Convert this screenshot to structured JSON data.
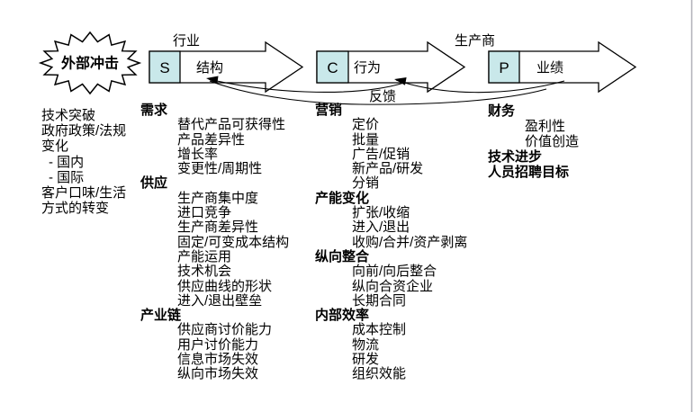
{
  "diagram": {
    "shock_label": "外部冲击",
    "industry_label": "行业",
    "producer_label": "生产商",
    "feedback_label": "反馈",
    "scp_arrows": [
      {
        "letter": "S",
        "label": "结构"
      },
      {
        "letter": "C",
        "label": "行为"
      },
      {
        "letter": "P",
        "label": "业绩"
      }
    ],
    "colors": {
      "box_fill": "#c9e8ea",
      "line": "#000000",
      "page_border": "#b0b0b8"
    }
  },
  "external_factors": [
    {
      "text": "技术突破",
      "indent": 0
    },
    {
      "text": "政府政策/法规",
      "indent": 0
    },
    {
      "text": "变化",
      "indent": 0
    },
    {
      "text": "- 国内",
      "indent": 1
    },
    {
      "text": "- 国际",
      "indent": 1
    },
    {
      "text": "客户口味/生活",
      "indent": 0
    },
    {
      "text": "方式的转变",
      "indent": 0
    }
  ],
  "structure_column": [
    {
      "header": "需求",
      "items": [
        "替代产品可获得性",
        "产品差异性",
        "增长率",
        "变更性/周期性"
      ]
    },
    {
      "header": "供应",
      "items": [
        "生产商集中度",
        "进口竞争",
        "生产商差异性",
        "固定/可变成本结构",
        "产能运用",
        "技术机会",
        "供应曲线的形状",
        "进入/退出壁垒"
      ]
    },
    {
      "header": "产业链",
      "items": [
        "供应商讨价能力",
        "用户讨价能力",
        "信息市场失效",
        "纵向市场失效"
      ]
    }
  ],
  "conduct_column": [
    {
      "header": "营销",
      "items": [
        "定价",
        "批量",
        "广告/促销",
        "新产品/研发",
        "分销"
      ]
    },
    {
      "header": "产能变化",
      "items": [
        "扩张/收缩",
        "进入/退出",
        "收购/合并/资产剥离"
      ]
    },
    {
      "header": "纵向整合",
      "items": [
        "向前/向后整合",
        "纵向合资企业",
        "长期合同"
      ]
    },
    {
      "header": "内部效率",
      "items": [
        "成本控制",
        "物流",
        "研发",
        "组织效能"
      ]
    }
  ],
  "performance_column": [
    {
      "header": "财务",
      "items": [
        "盈利性",
        "价值创造"
      ]
    },
    {
      "header": "技术进步",
      "items": []
    },
    {
      "header": "人员招聘目标",
      "items": []
    }
  ]
}
